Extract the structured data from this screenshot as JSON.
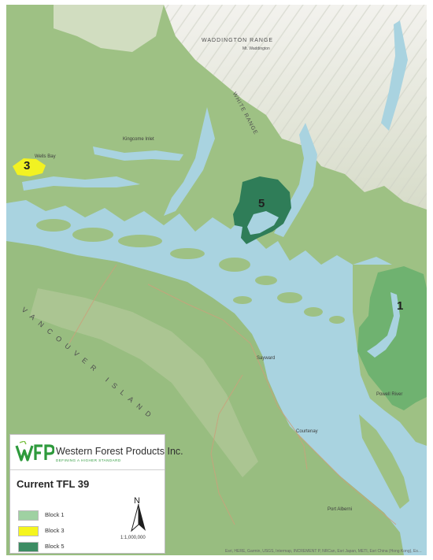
{
  "map": {
    "labels": {
      "waddington_range": "WADDINGTON RANGE",
      "mt_waddington": "Mt. Waddington",
      "white_range": "WHITE RANGE",
      "vancouver_island": "VANCOUVER ISLAND",
      "kingcome_inlet": "Kingcome Inlet",
      "port_hardy_area": "Wells Bay",
      "sayward": "Sayward",
      "powell_river": "Powell River",
      "courtenay": "Courtenay",
      "port_alberni": "Port Alberni"
    },
    "attribution": "Esri, HERE, Garmin, USGS, Intermap, INCREMENT P, NRCan, Esri Japan, METI, Esri China (Hong Kong), Esri Korea, Esri (Thailand), NGCC, © OpenStreetMap contributors",
    "blocks": [
      {
        "number": "1",
        "color": "#69b06e"
      },
      {
        "number": "3",
        "color": "#f2f222"
      },
      {
        "number": "5",
        "color": "#2f7d58"
      }
    ],
    "colors": {
      "water": "#a9d3e0",
      "land": "#9ec184",
      "mountain": "#e6e6e0",
      "road": "#c9a27c"
    }
  },
  "legend": {
    "company": "Western Forest Products Inc.",
    "tagline": "DEFINING A HIGHER STANDARD",
    "title": "Current TFL 39",
    "items": [
      {
        "label": "Block 1",
        "color": "#9fd1a2"
      },
      {
        "label": "Block 3",
        "color": "#f5f51e"
      },
      {
        "label": "Block 5",
        "color": "#3c8c63"
      }
    ],
    "north": "N",
    "scale": "1:1,000,000",
    "logo": "wfp-logo-icon"
  }
}
